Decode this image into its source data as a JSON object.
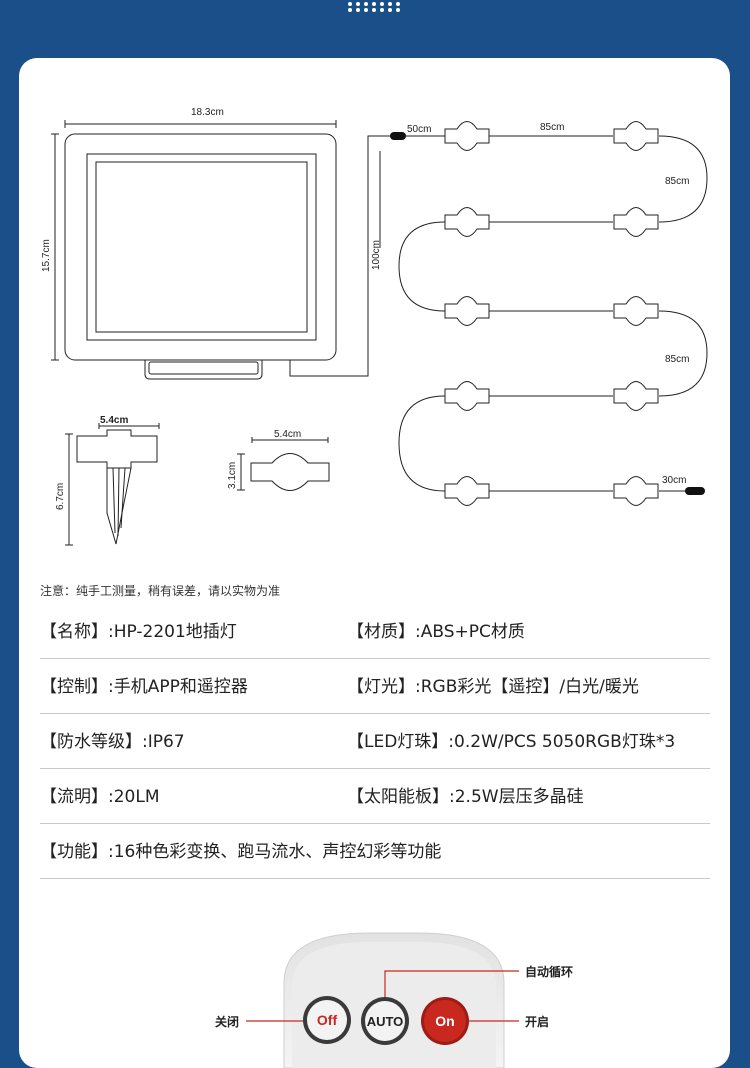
{
  "diagram": {
    "panel_width": "18.3cm",
    "panel_height": "15.7cm",
    "cable_main": "100cm",
    "lead_cable": "50cm",
    "spacing_h": "85cm",
    "spacing_v1": "85cm",
    "spacing_v2": "85cm",
    "end_cable": "30cm",
    "stake_width": "5.4cm",
    "stake_height": "6.7cm",
    "bead_width": "5.4cm",
    "bead_height": "3.1cm"
  },
  "note": "注意：纯手工测量，稍有误差，请以实物为准",
  "specs": [
    {
      "left": "【名称】:HP-2201地插灯",
      "right": "【材质】:ABS+PC材质"
    },
    {
      "left": "【控制】:手机APP和遥控器",
      "right": "【灯光】:RGB彩光【遥控】/白光/暖光"
    },
    {
      "left": "【防水等级】:IP67",
      "right": "【LED灯珠】:0.2W/PCS 5050RGB灯珠*3"
    },
    {
      "left": "【流明】:20LM",
      "right": "【太阳能板】:2.5W层压多晶硅"
    },
    {
      "left": "【功能】:16种色彩变换、跑马流水、声控幻彩等功能",
      "right": ""
    }
  ],
  "remote": {
    "btn_off": "Off",
    "btn_auto": "AUTO",
    "btn_on": "On",
    "label_off": "关闭",
    "label_auto": "自动循环",
    "label_on": "开启",
    "color_on": "#c8281e",
    "color_off_text": "#c8281e"
  },
  "colors": {
    "background": "#1b4f8a",
    "card": "#ffffff"
  }
}
